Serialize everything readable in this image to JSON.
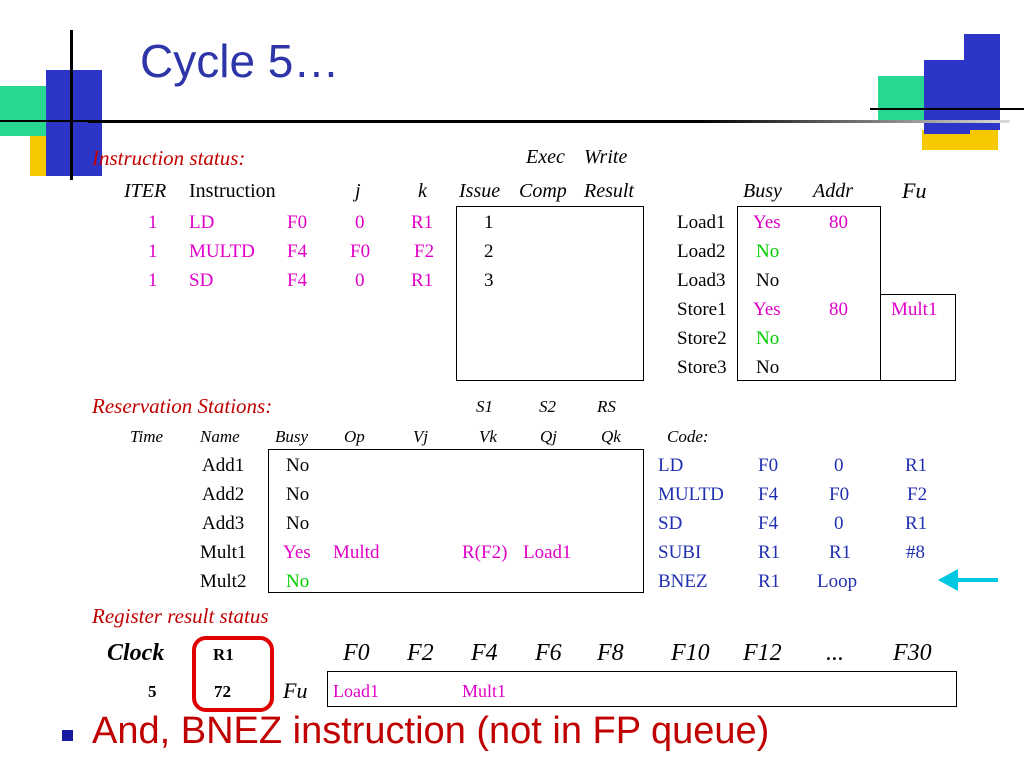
{
  "slide": {
    "title": "Cycle 5…",
    "bottom_bullet": "And, BNEZ instruction (not in FP queue)"
  },
  "instruction_status": {
    "section_label": "Instruction status:",
    "top_headers": {
      "exec": "Exec",
      "write": "Write"
    },
    "headers": {
      "iter": "ITER",
      "instruction": "Instruction",
      "j": "j",
      "k": "k",
      "issue": "Issue",
      "comp": "Comp",
      "result": "Result"
    },
    "rows": [
      {
        "iter": "1",
        "op": "LD",
        "dest": "F0",
        "j": "0",
        "k": "R1",
        "issue": "1"
      },
      {
        "iter": "1",
        "op": "MULTD",
        "dest": "F4",
        "j": "F0",
        "k": "F2",
        "issue": "2"
      },
      {
        "iter": "1",
        "op": "SD",
        "dest": "F4",
        "j": "0",
        "k": "R1",
        "issue": "3"
      }
    ]
  },
  "buffers": {
    "headers": {
      "busy": "Busy",
      "addr": "Addr",
      "fu": "Fu"
    },
    "rows": [
      {
        "name": "Load1",
        "busy": "Yes",
        "addr": "80",
        "fu": ""
      },
      {
        "name": "Load2",
        "busy": "No",
        "addr": "",
        "fu": ""
      },
      {
        "name": "Load3",
        "busy": "No",
        "addr": "",
        "fu": ""
      },
      {
        "name": "Store1",
        "busy": "Yes",
        "addr": "80",
        "fu": "Mult1"
      },
      {
        "name": "Store2",
        "busy": "No",
        "addr": "",
        "fu": ""
      },
      {
        "name": "Store3",
        "busy": "No",
        "addr": "",
        "fu": ""
      }
    ]
  },
  "reservation_stations": {
    "section_label": "Reservation Stations:",
    "top_headers": {
      "s1": "S1",
      "s2": "S2",
      "rs": "RS"
    },
    "headers": {
      "time": "Time",
      "name": "Name",
      "busy": "Busy",
      "op": "Op",
      "vj": "Vj",
      "vk": "Vk",
      "qj": "Qj",
      "qk": "Qk",
      "code": "Code:"
    },
    "rows": [
      {
        "name": "Add1",
        "busy": "No",
        "op": "",
        "vj": "",
        "vk": "",
        "qj": "",
        "qk": ""
      },
      {
        "name": "Add2",
        "busy": "No",
        "op": "",
        "vj": "",
        "vk": "",
        "qj": "",
        "qk": ""
      },
      {
        "name": "Add3",
        "busy": "No",
        "op": "",
        "vj": "",
        "vk": "",
        "qj": "",
        "qk": ""
      },
      {
        "name": "Mult1",
        "busy": "Yes",
        "op": "Multd",
        "vj": "",
        "vk": "R(F2)",
        "qj": "Load1",
        "qk": ""
      },
      {
        "name": "Mult2",
        "busy": "No",
        "op": "",
        "vj": "",
        "vk": "",
        "qj": "",
        "qk": ""
      }
    ]
  },
  "code": [
    {
      "op": "LD",
      "a": "F0",
      "b": "0",
      "c": "R1"
    },
    {
      "op": "MULTD",
      "a": "F4",
      "b": "F0",
      "c": "F2"
    },
    {
      "op": "SD",
      "a": "F4",
      "b": "0",
      "c": "R1"
    },
    {
      "op": "SUBI",
      "a": "R1",
      "b": "R1",
      "c": "#8"
    },
    {
      "op": "BNEZ",
      "a": "R1",
      "b": "Loop",
      "c": ""
    }
  ],
  "register_result_status": {
    "section_label": "Register result status",
    "clock_label": "Clock",
    "clock_value": "5",
    "r1_label": "R1",
    "r1_value": "72",
    "fu_label": "Fu",
    "registers": [
      "F0",
      "F2",
      "F4",
      "F6",
      "F8",
      "F10",
      "F12",
      "...",
      "F30"
    ],
    "fu_values": [
      "Load1",
      "",
      "Mult1",
      "",
      "",
      "",
      "",
      "",
      ""
    ]
  },
  "colors": {
    "title": "#2d35a8",
    "section": "#c00000",
    "magenta": "#e000c8",
    "green": "#00cc00",
    "blue": "#2030b0",
    "highlight": "#e00000",
    "arrow": "#00c8e0"
  }
}
